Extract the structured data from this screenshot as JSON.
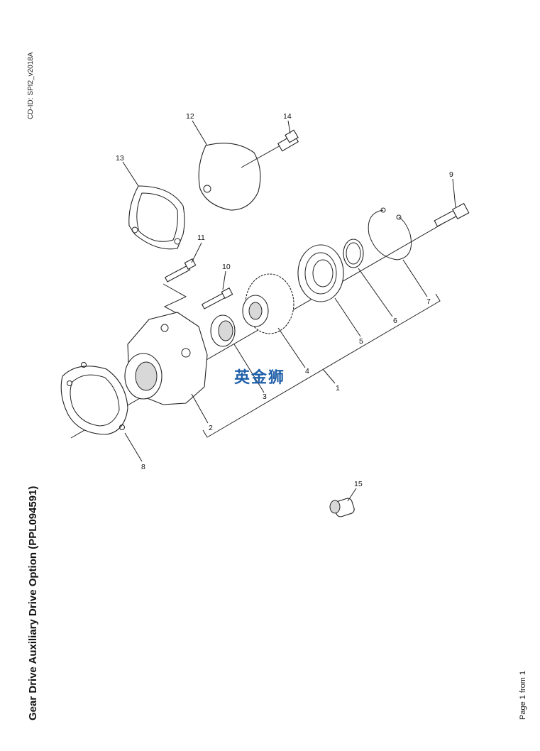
{
  "doc_id": "CD-ID: SPI2_v2018A",
  "title": "Gear Drive Auxiliary Drive Option (PPL094591)",
  "page_label": "Page 1 from 1",
  "watermark": "英金狮",
  "callouts": [
    "1",
    "2",
    "3",
    "4",
    "5",
    "6",
    "7",
    "8",
    "9",
    "10",
    "11",
    "12",
    "13",
    "14",
    "15"
  ]
}
